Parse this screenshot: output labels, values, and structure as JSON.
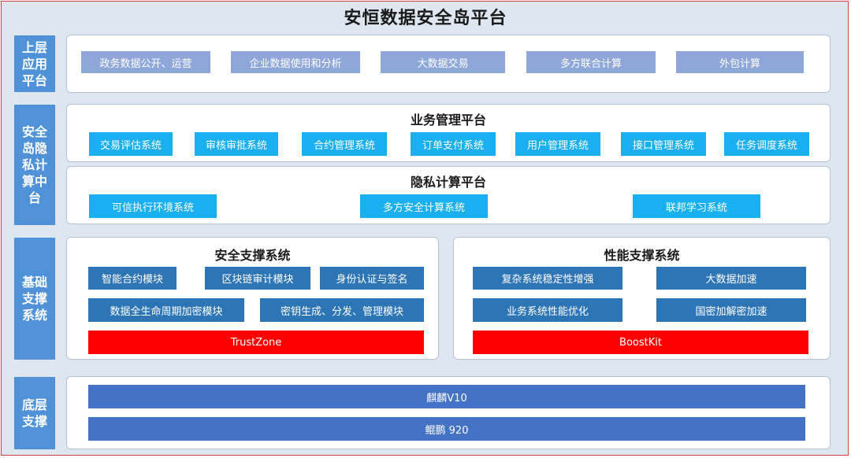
{
  "title": "安恒数据安全岛平台",
  "colors": {
    "frame_border": "#e0393e",
    "background": "#dde6f1",
    "side_label": "#4f92d8",
    "app_box": "#8fa7d8",
    "platform_box": "#1ab0f0",
    "support_box": "#2e75b6",
    "hardware_bar": "#ff0000",
    "base_bar": "#4472c4"
  },
  "layers": {
    "upper_app": {
      "label": "上层\n应用\n平台",
      "items": [
        "政务数据公开、运营",
        "企业数据使用和分析",
        "大数据交易",
        "多方联合计算",
        "外包计算"
      ]
    },
    "middle": {
      "label": "安全\n岛隐\n私计\n算中\n台",
      "business": {
        "title": "业务管理平台",
        "items": [
          "交易评估系统",
          "审核审批系统",
          "合约管理系统",
          "订单支付系统",
          "用户管理系统",
          "接口管理系统",
          "任务调度系统"
        ]
      },
      "privacy": {
        "title": "隐私计算平台",
        "items": [
          "可信执行环境系统",
          "多方安全计算系统",
          "联邦学习系统"
        ]
      }
    },
    "base_support": {
      "label": "基础\n支撑\n系统",
      "security": {
        "title": "安全支撑系统",
        "row1": [
          "智能合约模块",
          "区块链审计模块",
          "身份认证与签名"
        ],
        "row2": [
          "数据全生命周期加密模块",
          "密钥生成、分发、管理模块"
        ],
        "bar": "TrustZone"
      },
      "performance": {
        "title": "性能支撑系统",
        "row1": [
          "复杂系统稳定性增强",
          "大数据加速"
        ],
        "row2": [
          "业务系统性能优化",
          "国密加解密加速"
        ],
        "bar": "BoostKit"
      }
    },
    "bottom": {
      "label": "底层\n支撑",
      "items": [
        "麒麟V10",
        "鲲鹏 920"
      ]
    }
  }
}
